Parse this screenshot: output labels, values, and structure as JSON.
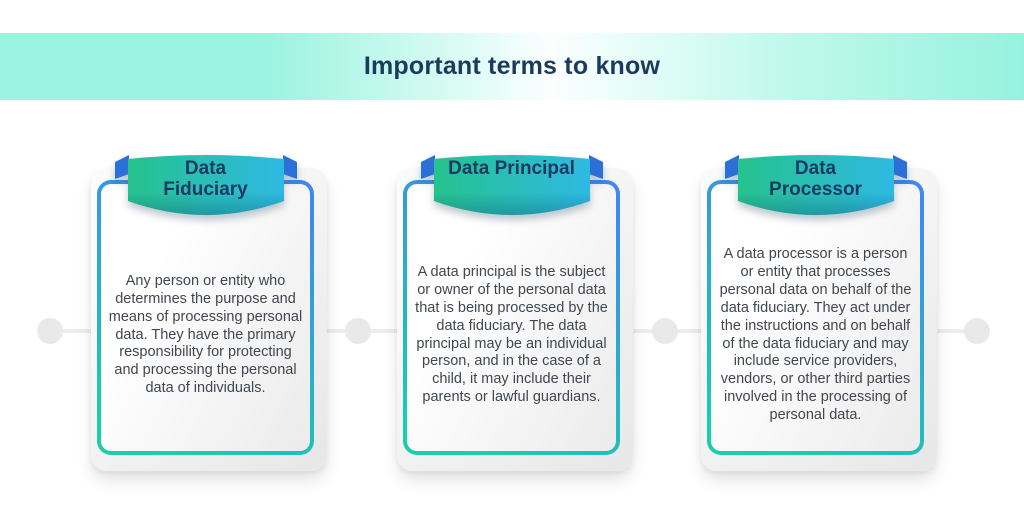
{
  "header": {
    "title": "Important terms to know"
  },
  "cards": [
    {
      "title": "Data Fiduciary",
      "description": "Any person or entity who determines the purpose and means of processing personal data. They have the primary responsibility for protecting and processing the personal data of individuals."
    },
    {
      "title": "Data Principal",
      "description": "A data principal is the subject or owner of the personal data that is being processed by the data fiduciary. The data principal may be an individual person, and in the case of a child, it may include their parents or lawful guardians."
    },
    {
      "title": "Data Processor",
      "description": "A data processor is a person or entity that processes personal data on behalf of the data fiduciary. They act under the instructions and on behalf of the data fiduciary and may include service providers, vendors, or other third parties involved in the processing of personal data."
    }
  ],
  "colors": {
    "band_mint": "#9BF3E1",
    "title_navy": "#1C3A5E",
    "ribbon_gradient_left": "#26C28E",
    "ribbon_gradient_right": "#2EB9E3",
    "ribbon_flap_blue": "#2B70D8",
    "card_border_top_blue": "#3E8AEE",
    "card_border_bottom_teal": "#19CFAB",
    "body_text_gray": "#40474F",
    "connector_dot_gray": "#E9E9E9"
  }
}
